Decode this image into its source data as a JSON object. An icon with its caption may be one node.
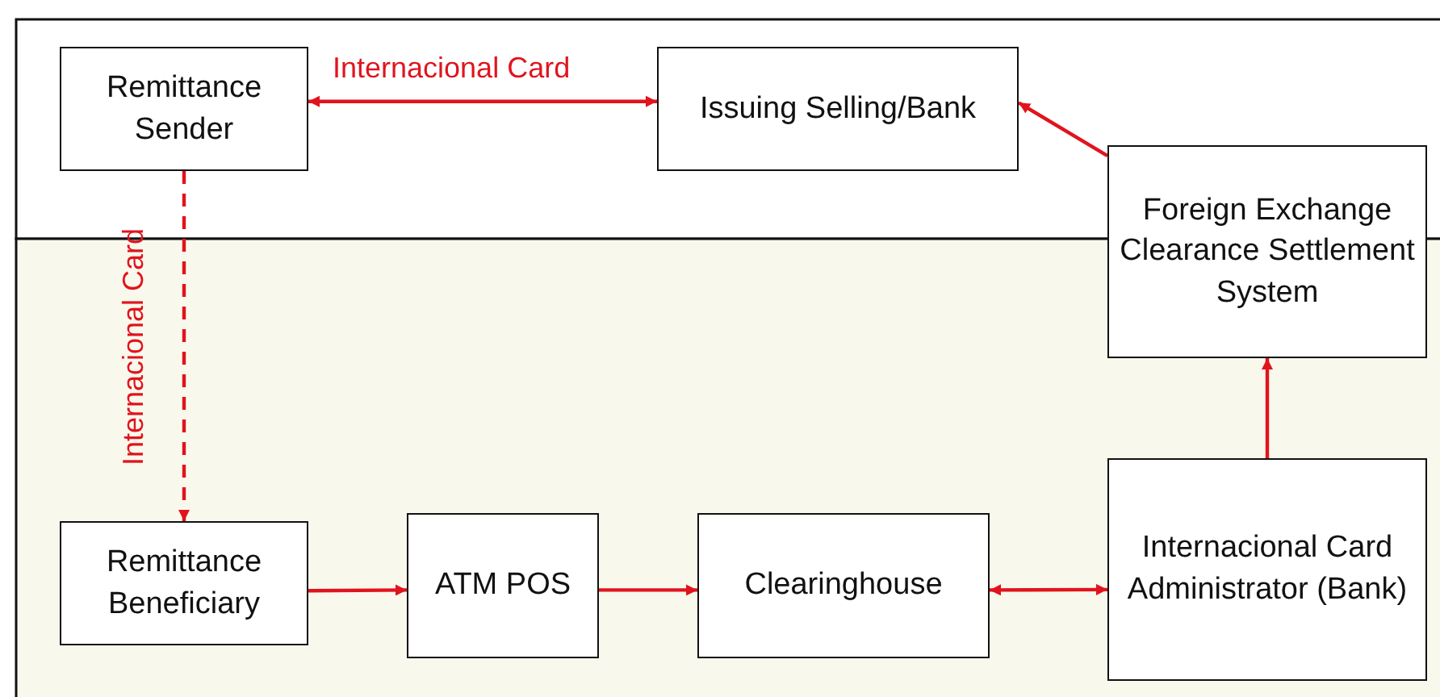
{
  "diagram": {
    "nodes": [
      {
        "text": [
          "Remittance Sender"
        ]
      },
      {
        "text": [
          "Issuing Selling/Bank"
        ]
      },
      {
        "text": [
          "Foreign Exchange Clearance Settlement System"
        ]
      },
      {
        "text": [
          "Remittance Beneficiary"
        ]
      },
      {
        "text": [
          "ATM POS"
        ]
      },
      {
        "text": [
          "Clearinghouse"
        ]
      },
      {
        "text": [
          "Internacional Card Administrator (Bank)"
        ]
      }
    ],
    "edges": [
      {
        "from": 0,
        "to": 1,
        "arrow": "both",
        "label": "Internacional Card"
      },
      {
        "from": 0,
        "to": 3,
        "arrow": "to",
        "label": "Internacional Card",
        "style": "dashed"
      },
      {
        "from": 3,
        "to": 4,
        "arrow": "to"
      },
      {
        "from": 4,
        "to": 5,
        "arrow": "to"
      },
      {
        "from": 5,
        "to": 6,
        "arrow": "both"
      },
      {
        "from": 6,
        "to": 2,
        "arrow": "to"
      },
      {
        "from": 2,
        "to": 1,
        "arrow": "to"
      }
    ]
  }
}
